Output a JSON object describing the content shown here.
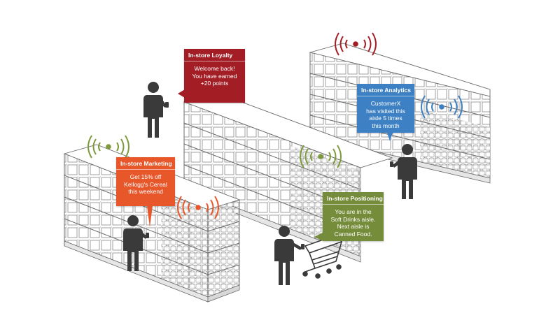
{
  "colors": {
    "loyalty": "#a31d24",
    "analytics": "#3d80c4",
    "marketing": "#e8572a",
    "positioning": "#758c3a",
    "person": "#3a3a3a",
    "shelf_stroke": "#6b6b6b"
  },
  "bubbles": {
    "loyalty": {
      "title": "In-store Loyalty",
      "lines": [
        "Welcome back!",
        "You have earned",
        "+20 points"
      ]
    },
    "analytics": {
      "title": "In-store Analytics",
      "lines": [
        "CustomerX",
        "has visited this",
        "aisle 5 times",
        "this month"
      ]
    },
    "marketing": {
      "title": "In-store Marketing",
      "lines": [
        "Get 15% off",
        "Kellogg's Cereal",
        "this weekend"
      ]
    },
    "positioning": {
      "title": "In-store Positioning",
      "lines": [
        "You are in the",
        "Soft Drinks aisle.",
        "Next aisle is",
        "Canned Food."
      ]
    }
  },
  "icons": {
    "beacons": [
      "beacon-icon-red",
      "beacon-icon-blue",
      "beacon-icon-green-left",
      "beacon-icon-green-center",
      "beacon-icon-orange"
    ],
    "people": [
      "person-loyalty-icon",
      "person-analytics-icon",
      "person-marketing-icon",
      "person-cart-icon"
    ],
    "cart": "shopping-cart-icon"
  }
}
